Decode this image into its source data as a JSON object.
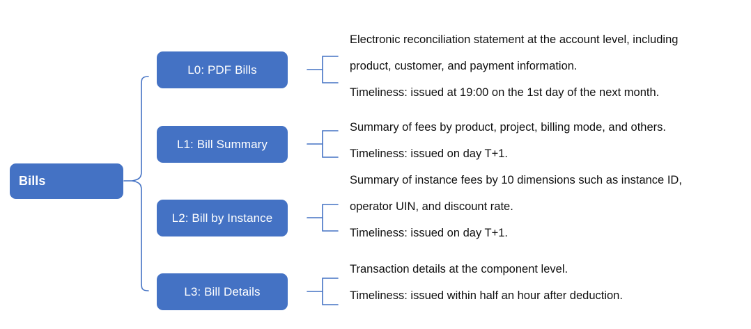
{
  "theme": {
    "node_fill": "#4472C4",
    "node_text": "#FFFFFF",
    "connector": "#4472C4",
    "body_text": "#101010",
    "background": "#FFFFFF"
  },
  "diagram": {
    "root": {
      "label": "Bills"
    },
    "levels": [
      {
        "id": "L0",
        "label": "L0: PDF Bills",
        "description_lines": [
          "Electronic reconciliation statement at the account level, including",
          "product, customer, and payment information.",
          "Timeliness: issued at 19:00 on the 1st day of the next month."
        ]
      },
      {
        "id": "L1",
        "label": "L1: Bill Summary",
        "description_lines": [
          "Summary of fees by product, project, billing mode, and others.",
          "Timeliness: issued on day T+1."
        ]
      },
      {
        "id": "L2",
        "label": "L2: Bill by Instance",
        "description_lines": [
          "Summary of instance fees by 10 dimensions such as instance ID,",
          "operator UIN, and discount rate.",
          "Timeliness: issued on day T+1."
        ]
      },
      {
        "id": "L3",
        "label": "L3: Bill Details",
        "description_lines": [
          "Transaction details at the component level.",
          "Timeliness: issued within half an hour after deduction."
        ]
      }
    ]
  }
}
